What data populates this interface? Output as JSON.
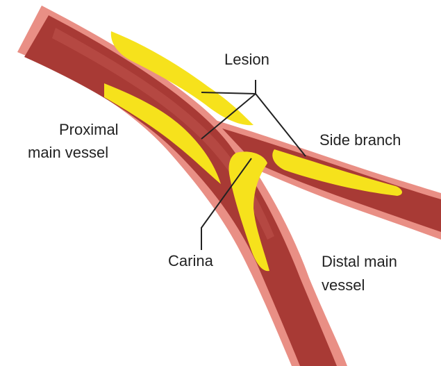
{
  "labels": {
    "lesion": "Lesion",
    "proximal_line1": "Proximal",
    "proximal_line2": "main vessel",
    "side_branch": "Side branch",
    "carina": "Carina",
    "distal_line1": "Distal main",
    "distal_line2": "vessel"
  },
  "colors": {
    "vessel_wall": "#e98f85",
    "vessel_lumen": "#a83a35",
    "lumen_highlight": "#c0544c",
    "plaque": "#f6e21c",
    "leader_line": "#222222"
  }
}
